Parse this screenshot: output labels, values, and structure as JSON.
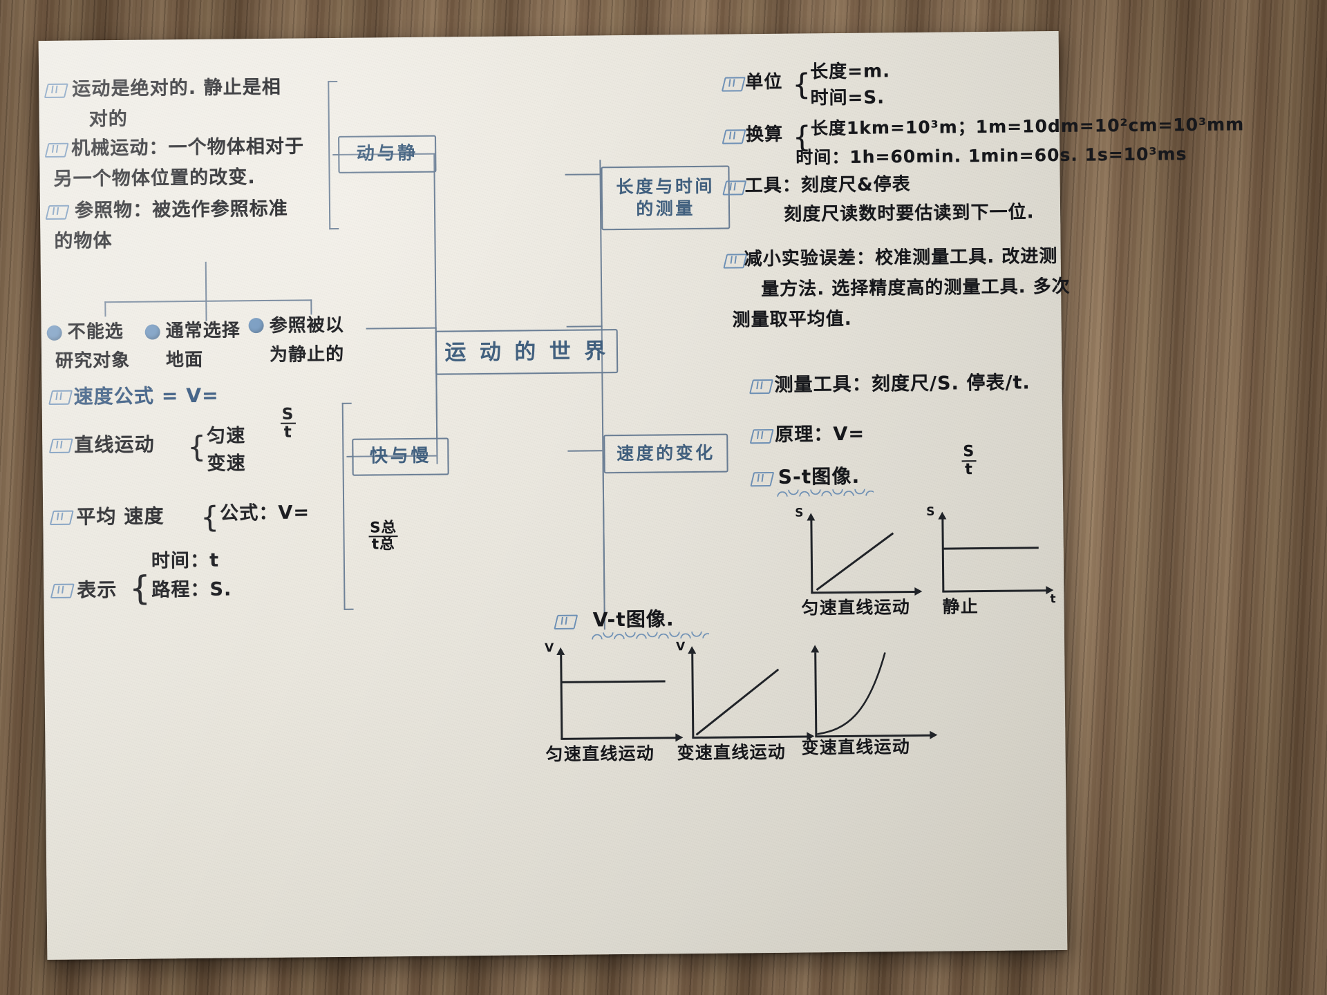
{
  "scene": {
    "title": "手写物理思维导图 — 运动的世界",
    "surface": "wooden-desk",
    "paper_color": "#eae7de",
    "ink_black": "#17181c",
    "ink_blue": "#4d6f9a"
  },
  "center": {
    "label": "运 动 的 世 界"
  },
  "branches": {
    "motion_rest": {
      "label": "动与静"
    },
    "length_time": {
      "label": "长度与时间\n的测量"
    },
    "fast_slow": {
      "label": "快与慢"
    },
    "speed_change": {
      "label": "速度的变化"
    }
  },
  "motion_rest_items": [
    {
      "marker": "checkbox",
      "line1": "运动是绝对的. 静止是相",
      "line2": "对的"
    },
    {
      "marker": "checkbox",
      "line1": "机械运动：一个物体相对于",
      "line2": "另一个物体位置的改变."
    },
    {
      "marker": "checkbox",
      "line1": "参照物：被选作参照标准",
      "line2": "的物体"
    }
  ],
  "reference_rules": [
    {
      "marker": "dot",
      "line1": "不能选",
      "line2": "研究对象"
    },
    {
      "marker": "dot",
      "line1": "通常选择",
      "line2": "地面"
    },
    {
      "marker": "dot",
      "line1": "参照被以",
      "line2": "为静止的"
    }
  ],
  "length_time_items": [
    {
      "marker": "checkbox",
      "head": "单位",
      "brace": true,
      "rows": [
        "长度=m.",
        "时间=S."
      ]
    },
    {
      "marker": "checkbox",
      "head": "换算",
      "brace": true,
      "rows": [
        "长度1km=10³m；1m=10dm=10²cm=10³mm",
        "时间：1h=60min. 1min=60s. 1s=10³ms"
      ]
    },
    {
      "marker": "checkbox",
      "line1": "工具：刻度尺&停表",
      "line2": "刻度尺读数时要估读到下一位."
    },
    {
      "marker": "checkbox",
      "line1": "减小实验误差：校准测量工具. 改进测",
      "line2": "量方法. 选择精度高的测量工具. 多次",
      "line3": "测量取平均值."
    }
  ],
  "fast_slow_items": [
    {
      "marker": "checkbox",
      "text": "速度公式 = V=",
      "formula_num": "S",
      "formula_den": "t"
    },
    {
      "marker": "checkbox",
      "text": "直线运动",
      "brace": true,
      "rows": [
        "匀速",
        "变速"
      ]
    },
    {
      "marker": "checkbox",
      "text": "平均 速度",
      "brace": true,
      "rows": [
        "公式：V="
      ],
      "formula_num": "S总",
      "formula_den": "t总"
    },
    {
      "marker": "checkbox",
      "text": "表示",
      "brace": true,
      "rows": [
        "时间：t",
        "路程：S."
      ]
    }
  ],
  "speed_change_items": [
    {
      "marker": "checkbox",
      "text": "测量工具：刻度尺/S. 停表/t."
    },
    {
      "marker": "checkbox",
      "text": "原理：V=",
      "formula_num": "S",
      "formula_den": "t"
    },
    {
      "marker": "checkbox",
      "text": "S-t图像.",
      "underlined": true
    }
  ],
  "vt_label": {
    "marker": "checkbox",
    "text": "V-t图像.",
    "underlined": true
  },
  "chart_data": [
    {
      "type": "line",
      "title": "匀速直线运动 (S-t)",
      "xlabel": "t",
      "ylabel": "S",
      "x": [
        0,
        1
      ],
      "y": [
        0,
        1
      ],
      "caption": "匀速直线运动",
      "shape": "rising-straight"
    },
    {
      "type": "line",
      "title": "静止 (S-t)",
      "xlabel": "t",
      "ylabel": "S",
      "x": [
        0,
        1
      ],
      "y": [
        1,
        1
      ],
      "caption": "静止",
      "shape": "horizontal"
    },
    {
      "type": "line",
      "title": "匀速直线运动 (V-t)",
      "xlabel": "t",
      "ylabel": "V",
      "x": [
        0,
        1
      ],
      "y": [
        1,
        1
      ],
      "caption": "匀速直线运动",
      "shape": "horizontal"
    },
    {
      "type": "line",
      "title": "变速直线运动 (V-t) 加速",
      "xlabel": "t",
      "ylabel": "V",
      "x": [
        0,
        1
      ],
      "y": [
        0,
        1
      ],
      "caption": "变速直线运动",
      "shape": "rising-straight"
    },
    {
      "type": "line",
      "title": "变速直线运动 (V-t) 曲线",
      "xlabel": "t",
      "ylabel": "V",
      "x": [
        0,
        0.5,
        1
      ],
      "y": [
        0,
        0.25,
        1
      ],
      "caption": "变速直线运动",
      "shape": "rising-curve"
    }
  ]
}
